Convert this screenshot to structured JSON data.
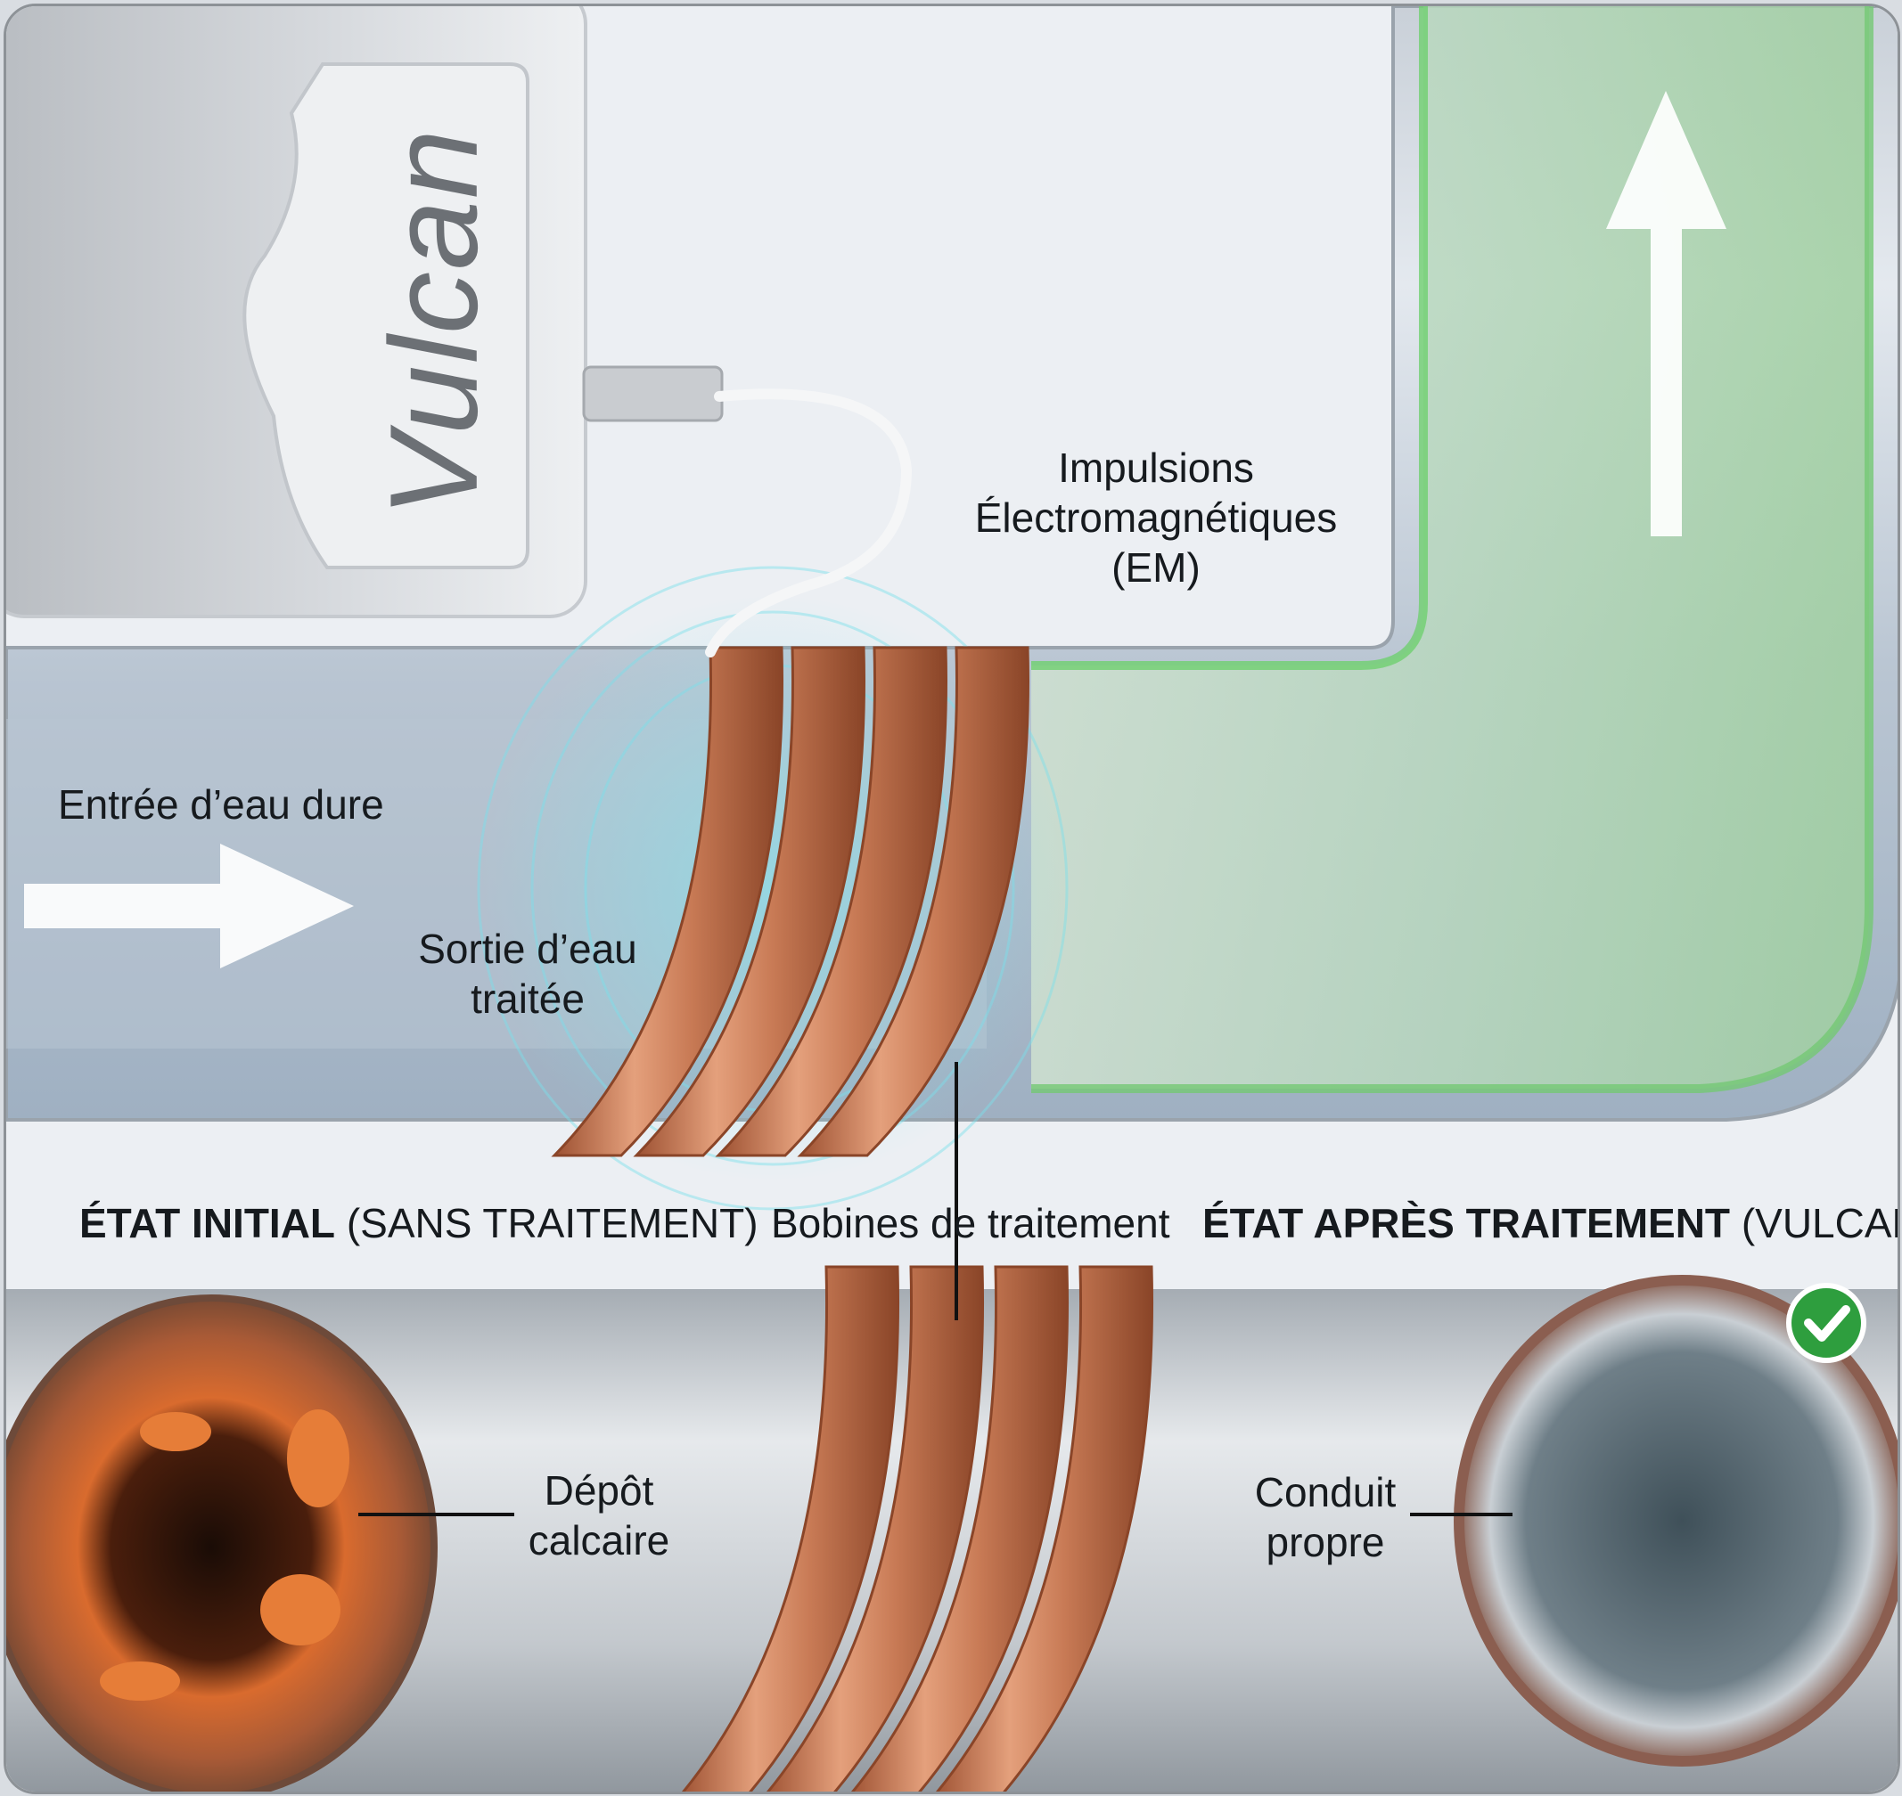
{
  "device": {
    "brand": "Vulcan"
  },
  "labels": {
    "em_pulses_line1": "Impulsions",
    "em_pulses_line2": "Électromagnétiques",
    "em_pulses_line3": "(EM)",
    "hard_water_inlet": "Entrée d’eau dure",
    "treated_outlet_line1": "Sortie d’eau",
    "treated_outlet_line2": "traitée",
    "coils": "Bobines de traitement",
    "scale_deposit_line1": "Dépôt",
    "scale_deposit_line2": "calcaire",
    "clean_pipe_line1": "Conduit",
    "clean_pipe_line2": "propre"
  },
  "headings": {
    "initial_bold": "ÉTAT INITIAL",
    "initial_rest": "(SANS TRAITEMENT)",
    "after_bold": "ÉTAT APRÈS TRAITEMENT",
    "after_rest": "(VULCAN)"
  },
  "colors": {
    "copper": "#c97a55",
    "treated_green": "#8fd38f",
    "scale_orange": "#d96b2e",
    "check_green": "#2e9e3e"
  },
  "icons": {
    "flow_arrow": "arrow-right-icon",
    "flow_up": "arrow-up-icon",
    "check": "check-circle-icon"
  }
}
